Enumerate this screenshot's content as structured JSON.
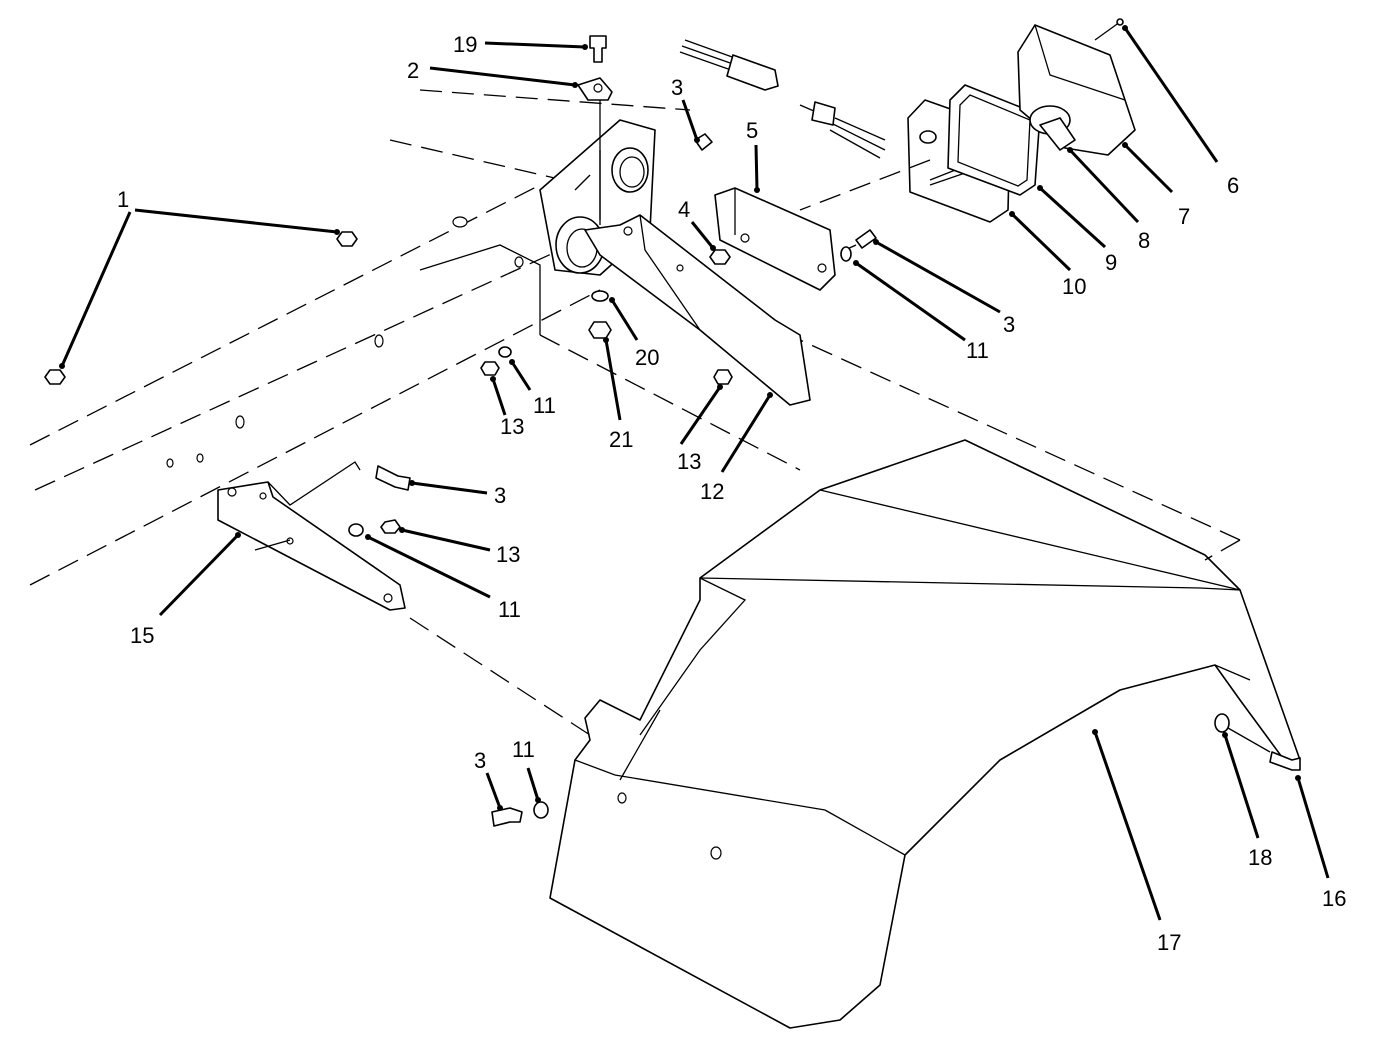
{
  "diagram": {
    "type": "exploded-parts-view",
    "callouts": [
      {
        "id": "c19",
        "label": "19"
      },
      {
        "id": "c2",
        "label": "2"
      },
      {
        "id": "c3a",
        "label": "3"
      },
      {
        "id": "c5",
        "label": "5"
      },
      {
        "id": "c1",
        "label": "1"
      },
      {
        "id": "c4",
        "label": "4"
      },
      {
        "id": "c6",
        "label": "6"
      },
      {
        "id": "c7",
        "label": "7"
      },
      {
        "id": "c8",
        "label": "8"
      },
      {
        "id": "c9",
        "label": "9"
      },
      {
        "id": "c10",
        "label": "10"
      },
      {
        "id": "c3b",
        "label": "3"
      },
      {
        "id": "c11a",
        "label": "11"
      },
      {
        "id": "c20",
        "label": "20"
      },
      {
        "id": "c11b",
        "label": "11"
      },
      {
        "id": "c13a",
        "label": "13"
      },
      {
        "id": "c21",
        "label": "21"
      },
      {
        "id": "c13b",
        "label": "13"
      },
      {
        "id": "c12",
        "label": "12"
      },
      {
        "id": "c3c",
        "label": "3"
      },
      {
        "id": "c13c",
        "label": "13"
      },
      {
        "id": "c11c",
        "label": "11"
      },
      {
        "id": "c15",
        "label": "15"
      },
      {
        "id": "c3d",
        "label": "3"
      },
      {
        "id": "c11d",
        "label": "11"
      },
      {
        "id": "c18",
        "label": "18"
      },
      {
        "id": "c16",
        "label": "16"
      },
      {
        "id": "c17",
        "label": "17"
      }
    ]
  }
}
